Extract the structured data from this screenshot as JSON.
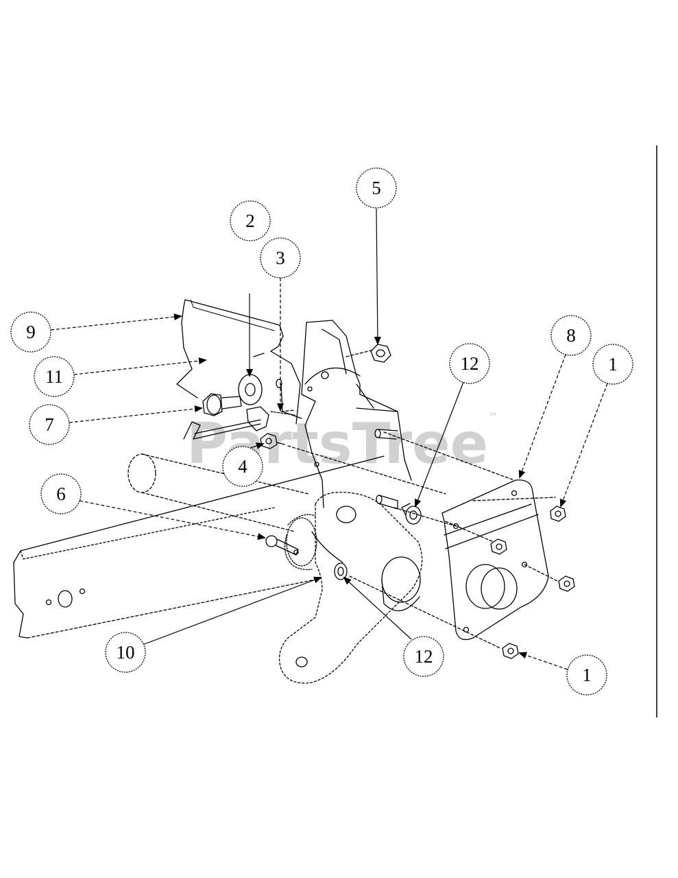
{
  "watermark": {
    "text": "PartsTree",
    "trademark": "™"
  },
  "callouts": [
    {
      "id": "c5",
      "label": "5",
      "leader": "solid",
      "name": "callout-5"
    },
    {
      "id": "c2",
      "label": "2",
      "leader": "solid",
      "name": "callout-2"
    },
    {
      "id": "c3",
      "label": "3",
      "leader": "dashed",
      "name": "callout-3"
    },
    {
      "id": "c9",
      "label": "9",
      "leader": "dashed",
      "name": "callout-9"
    },
    {
      "id": "c11",
      "label": "11",
      "leader": "dashed",
      "name": "callout-11"
    },
    {
      "id": "c7",
      "label": "7",
      "leader": "dashed",
      "name": "callout-7"
    },
    {
      "id": "c4",
      "label": "4",
      "leader": "solid",
      "name": "callout-4"
    },
    {
      "id": "c12a",
      "label": "12",
      "leader": "solid",
      "name": "callout-12-upper"
    },
    {
      "id": "c8",
      "label": "8",
      "leader": "dashed",
      "name": "callout-8"
    },
    {
      "id": "c1a",
      "label": "1",
      "leader": "dashed",
      "name": "callout-1-upper"
    },
    {
      "id": "c6",
      "label": "6",
      "leader": "dashed",
      "name": "callout-6"
    },
    {
      "id": "c10",
      "label": "10",
      "leader": "solid",
      "name": "callout-10"
    },
    {
      "id": "c12b",
      "label": "12",
      "leader": "solid",
      "name": "callout-12-lower"
    },
    {
      "id": "c1b",
      "label": "1",
      "leader": "dashed",
      "name": "callout-1-lower"
    }
  ]
}
